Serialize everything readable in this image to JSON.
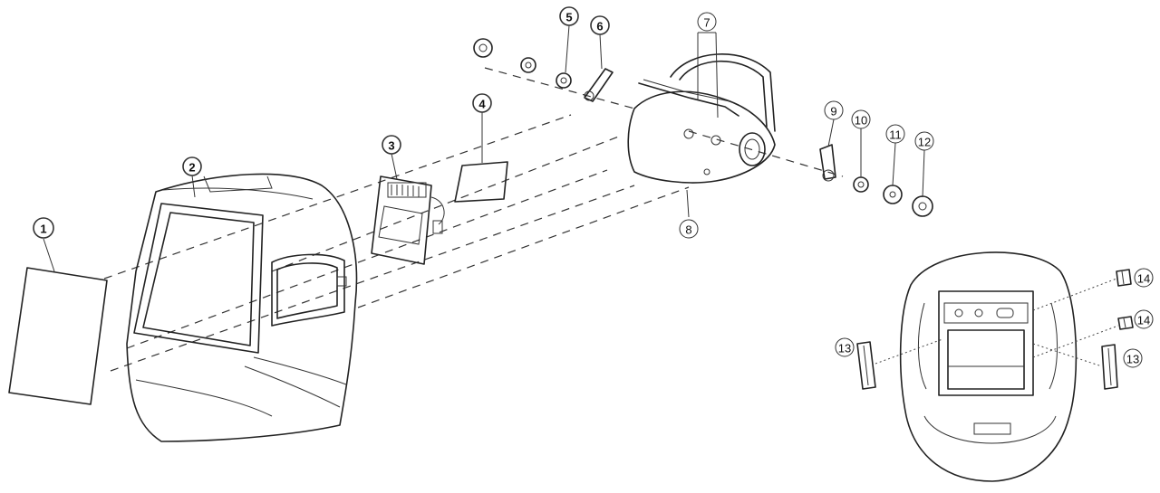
{
  "callouts": [
    {
      "id": "1",
      "label": "1"
    },
    {
      "id": "2",
      "label": "2"
    },
    {
      "id": "3",
      "label": "3"
    },
    {
      "id": "4",
      "label": "4"
    },
    {
      "id": "5",
      "label": "5"
    },
    {
      "id": "6",
      "label": "6"
    },
    {
      "id": "7",
      "label": "7"
    },
    {
      "id": "8",
      "label": "8"
    },
    {
      "id": "9",
      "label": "9"
    },
    {
      "id": "10",
      "label": "10"
    },
    {
      "id": "11",
      "label": "11"
    },
    {
      "id": "12",
      "label": "12"
    },
    {
      "id": "13a",
      "label": "13"
    },
    {
      "id": "13b",
      "label": "13"
    },
    {
      "id": "14a",
      "label": "14"
    },
    {
      "id": "14b",
      "label": "14"
    }
  ]
}
